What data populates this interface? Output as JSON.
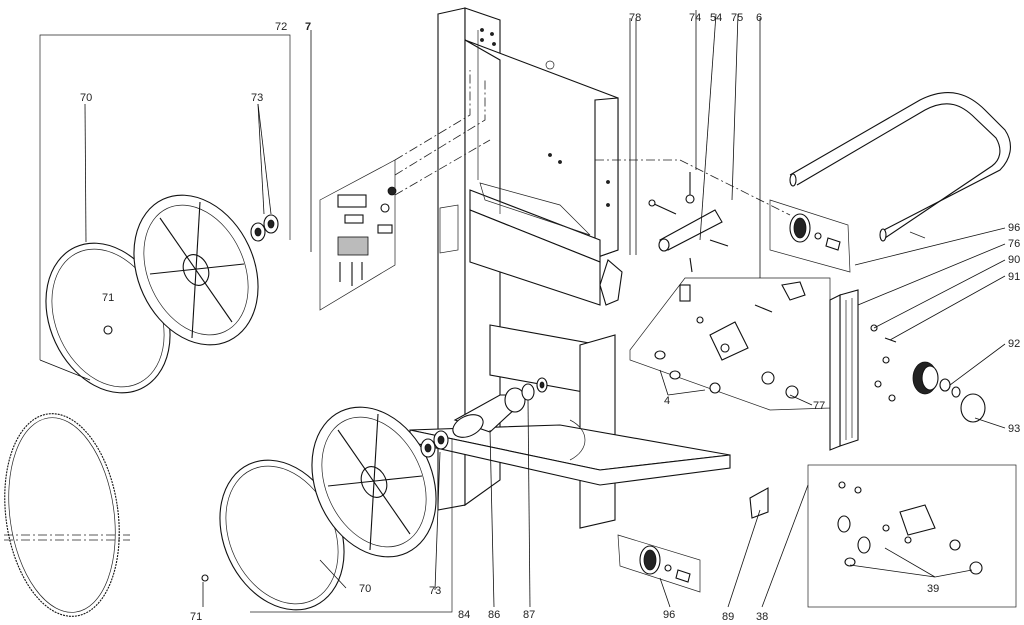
{
  "callouts": {
    "c72": "72",
    "c7": "7",
    "c70_top": "70",
    "c73_top": "73",
    "c71_top": "71",
    "c78": "78",
    "c74": "74",
    "c54": "54",
    "c75": "75",
    "c6": "6",
    "c96_top": "96",
    "c76": "76",
    "c90": "90",
    "c91": "91",
    "c92": "92",
    "c93": "93",
    "c4": "4",
    "c77": "77",
    "c84": "84",
    "c86": "86",
    "c87": "87",
    "c73_bottom": "73",
    "c70_bottom": "70",
    "c71_bottom": "71",
    "c96_bottom": "96",
    "c89": "89",
    "c38": "38",
    "c39": "39"
  }
}
